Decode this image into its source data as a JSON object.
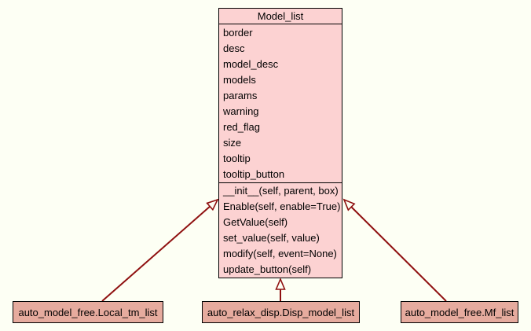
{
  "diagram": {
    "type": "uml-class-diagram",
    "colors": {
      "background": "#fdfff4",
      "main_class_fill": "#fcd2d2",
      "subclass_fill": "#e6ab9e",
      "border": "#000000",
      "arrow": "#8f1010"
    },
    "main_class": {
      "name": "Model_list",
      "attributes": [
        "border",
        "desc",
        "model_desc",
        "models",
        "params",
        "warning",
        "red_flag",
        "size",
        "tooltip",
        "tooltip_button"
      ],
      "methods": [
        "__init__(self, parent, box)",
        "Enable(self, enable=True)",
        "GetValue(self)",
        "set_value(self, value)",
        "modify(self, event=None)",
        "update_button(self)"
      ]
    },
    "subclasses": [
      {
        "label": "auto_model_free.Local_tm_list"
      },
      {
        "label": "auto_relax_disp.Disp_model_list"
      },
      {
        "label": "auto_model_free.Mf_list"
      }
    ],
    "relations": [
      {
        "from": "auto_model_free.Local_tm_list",
        "to": "Model_list",
        "type": "inheritance"
      },
      {
        "from": "auto_relax_disp.Disp_model_list",
        "to": "Model_list",
        "type": "inheritance"
      },
      {
        "from": "auto_model_free.Mf_list",
        "to": "Model_list",
        "type": "inheritance"
      }
    ]
  }
}
